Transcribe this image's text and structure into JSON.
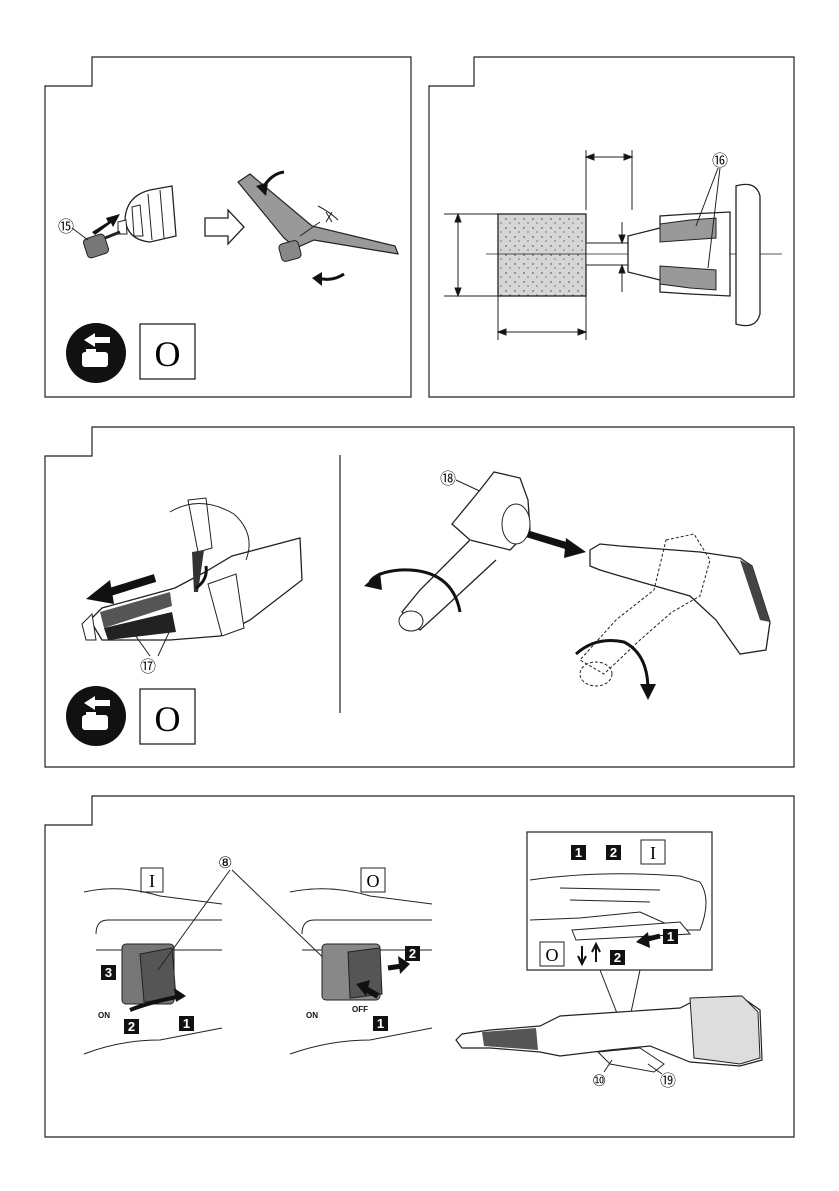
{
  "labels": {
    "part_15": "⑮",
    "part_16": "⑯",
    "part_17": "⑰",
    "part_18": "⑱",
    "part_8": "⑧",
    "part_10": "⑩",
    "part_19": "⑲"
  },
  "symbols": {
    "off": "O",
    "on": "I"
  },
  "steps": {
    "s1": "1",
    "s2": "2",
    "s3": "3"
  },
  "switch_text": {
    "on": "ON",
    "off": "OFF"
  }
}
